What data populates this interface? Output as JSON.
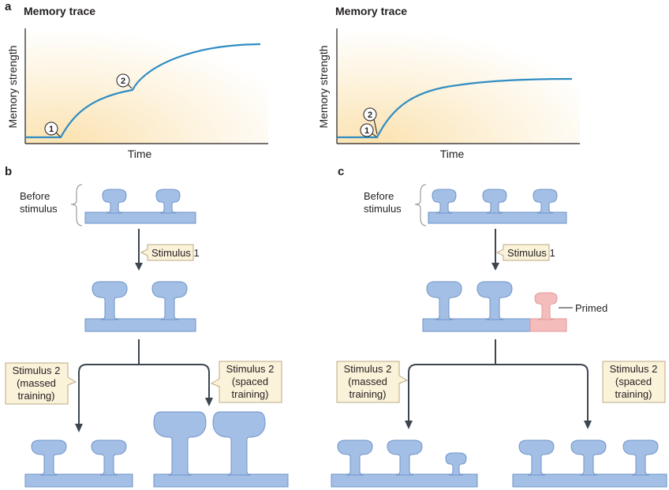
{
  "panels": {
    "a": "a",
    "b": "b",
    "c": "c"
  },
  "charts": {
    "left": {
      "title": "Memory trace",
      "ylabel": "Memory strength",
      "xlabel": "Time",
      "marker_1": "1",
      "marker_2": "2"
    },
    "right": {
      "title": "Memory trace",
      "ylabel": "Memory strength",
      "xlabel": "Time",
      "marker_1": "1",
      "marker_2": "2"
    }
  },
  "panel_b": {
    "before_line1": "Before",
    "before_line2": "stimulus",
    "stimulus1": "Stimulus 1",
    "massed": [
      "Stimulus 2",
      "(massed",
      "training)"
    ],
    "spaced": [
      "Stimulus 2",
      "(spaced",
      "training)"
    ]
  },
  "panel_c": {
    "before_line1": "Before",
    "before_line2": "stimulus",
    "stimulus1": "Stimulus 1",
    "primed": "Primed",
    "massed": [
      "Stimulus 2",
      "(massed",
      "training)"
    ],
    "spaced": [
      "Stimulus 2",
      "(spaced",
      "training)"
    ]
  },
  "colors": {
    "dendrite_fill": "#a3bfe6",
    "dendrite_stroke": "#6f93c7",
    "curve": "#2f8dc3",
    "primed_fill": "#f5bcbc",
    "primed_stroke": "#e09a9a",
    "callout_fill": "#fbf2da",
    "callout_stroke": "#bba983",
    "arrow": "#3c4650"
  }
}
